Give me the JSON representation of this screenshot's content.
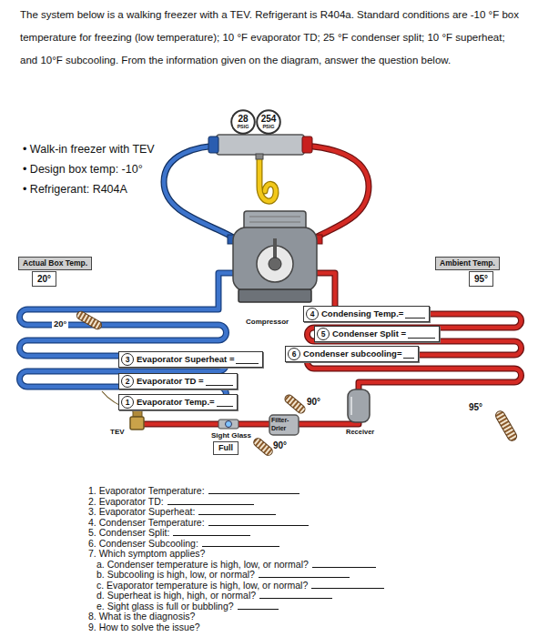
{
  "diagram": {
    "nodes": [
      {
        "text": [
          "28",
          "PSIG"
        ]
      },
      {
        "text": [
          "254",
          "PSIG"
        ]
      },
      {
        "text": [
          "Actual Box Temp.",
          "20°"
        ]
      },
      {
        "text": [
          "Ambient Temp.",
          "95°"
        ]
      },
      {
        "text": [
          "4",
          "Condensing Temp.="
        ]
      },
      {
        "text": [
          "5",
          "Condenser Split ="
        ]
      },
      {
        "text": [
          "6",
          "Condenser subcooling="
        ]
      },
      {
        "text": [
          "3",
          "Evaporator Superheat ="
        ]
      },
      {
        "text": [
          "2",
          "Evaporator TD ="
        ]
      },
      {
        "text": [
          "1",
          "Evaporator Temp.="
        ]
      },
      {
        "text": [
          "Sight Glass",
          "Full"
        ]
      }
    ],
    "labels": [
      "The system below is a walking freezer with a TEV. Refrigerant is R404a. Standard conditions are -10 °F box temperature for freezing (low temperature); 10 °F evaporator TD; 25 °F condenser split; 10 °F superheat; and 10°F subcooling. From the information given on the diagram, answer the question below.",
      "• Walk-in freezer with TEV",
      "• Design box temp: -10°",
      "• Refrigerant: R404A",
      "Compressor",
      "20°",
      "TEV",
      "Filter- Drier",
      "Receiver",
      "90°",
      "90°",
      "95°",
      "1. Evaporator Temperature:",
      "2. Evaporator TD:",
      "3. Evaporator Superheat:",
      "4. Condenser Temperature:",
      "5. Condenser Split:",
      "6. Condenser Subcooling:",
      "7. Which symptom applies?",
      "a. Condenser temperature is high, low, or normal?",
      "b. Subcooling is high, low, or normal?",
      "c. Evaporator temperature is high, low, or normal?",
      "d. Superheat is high, high, or normal?",
      "e. Sight glass is full or bubbling?",
      "8. What is the diagnosis?",
      "9. How to solve the issue?"
    ]
  }
}
